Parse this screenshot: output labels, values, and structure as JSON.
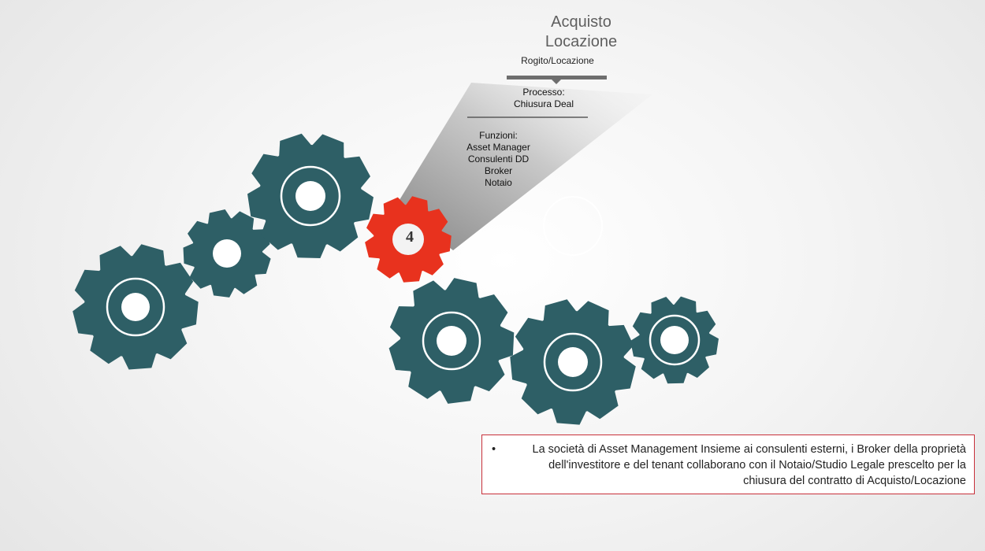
{
  "header": {
    "title_lines": [
      "Acquisto",
      "Locazione"
    ],
    "subtitle": "Rogito/Locazione"
  },
  "process": {
    "label": "Processo:",
    "value": "Chiusura Deal"
  },
  "functions": {
    "label": "Funzioni:",
    "items": [
      "Asset Manager",
      "Consulenti DD",
      "Broker",
      "Notaio"
    ]
  },
  "highlighted_step": {
    "number": "4",
    "color": "#e8321e"
  },
  "gear_color": "#2e5f66",
  "note": {
    "bullet": "•",
    "text": "La società di Asset Management Insieme ai consulenti esterni, i Broker della proprietà dell'investitore e del tenant collaborano con il Notaio/Studio Legale prescelto per la chiusura del contratto di Acquisto/Locazione",
    "border_color": "#c8303a"
  }
}
